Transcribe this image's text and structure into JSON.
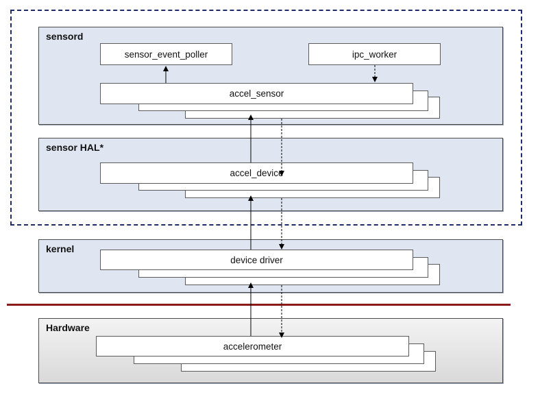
{
  "layers": {
    "sensord": "sensord",
    "sensor_hal": "sensor HAL*",
    "kernel": "kernel",
    "hardware": "Hardware"
  },
  "components": {
    "sensor_event_poller": "sensor_event_poller",
    "ipc_worker": "ipc_worker",
    "accel_sensor": "accel_sensor",
    "accel_device": "accel_device",
    "device_driver": "device driver",
    "accelerometer": "accelerometer"
  },
  "colors": {
    "dashed_frame": "#1f2a6b",
    "layer_fill": "#dfe6f1",
    "separator": "#8b1a1a"
  }
}
